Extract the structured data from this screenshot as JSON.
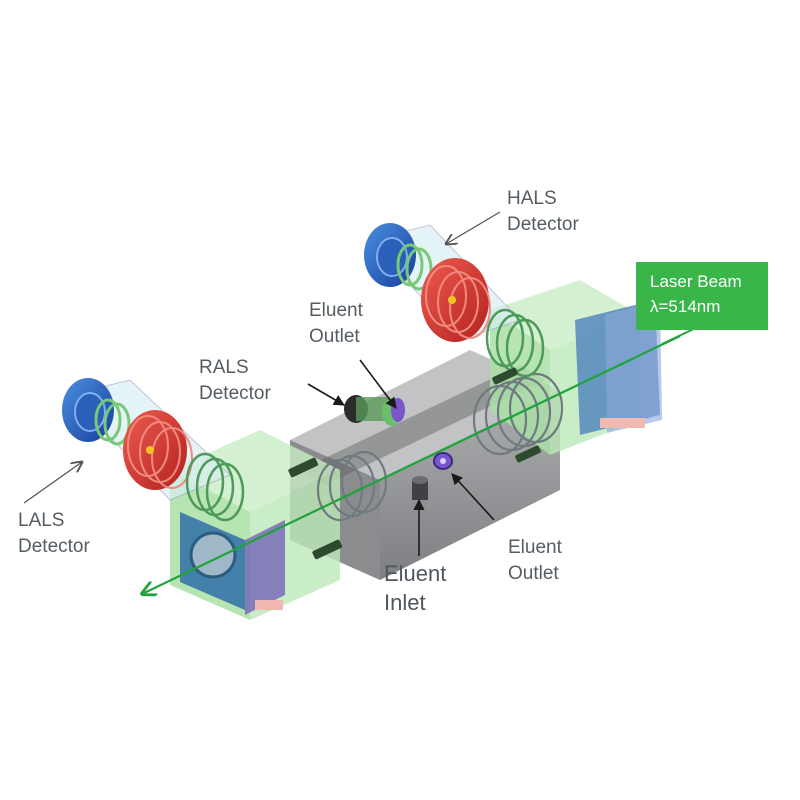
{
  "labels": {
    "hals": [
      "HALS",
      "Detector"
    ],
    "eluent_outlet_top": [
      "Eluent",
      "Outlet"
    ],
    "rals": [
      "RALS",
      "Detector"
    ],
    "lals": [
      "LALS",
      "Detector"
    ],
    "eluent_outlet_bottom": [
      "Eluent",
      "Outlet"
    ],
    "eluent_inlet": [
      "Eluent",
      "Inlet"
    ],
    "laser_beam": [
      "Laser Beam",
      "λ=514nm"
    ]
  },
  "colors": {
    "laser": "#39b54a",
    "housing_green": "#b9e6b6",
    "detector_red": "#d9363a",
    "detector_blue": "#1e63c4",
    "cell_gray": "#8d8f92",
    "arrow": "#555555"
  }
}
